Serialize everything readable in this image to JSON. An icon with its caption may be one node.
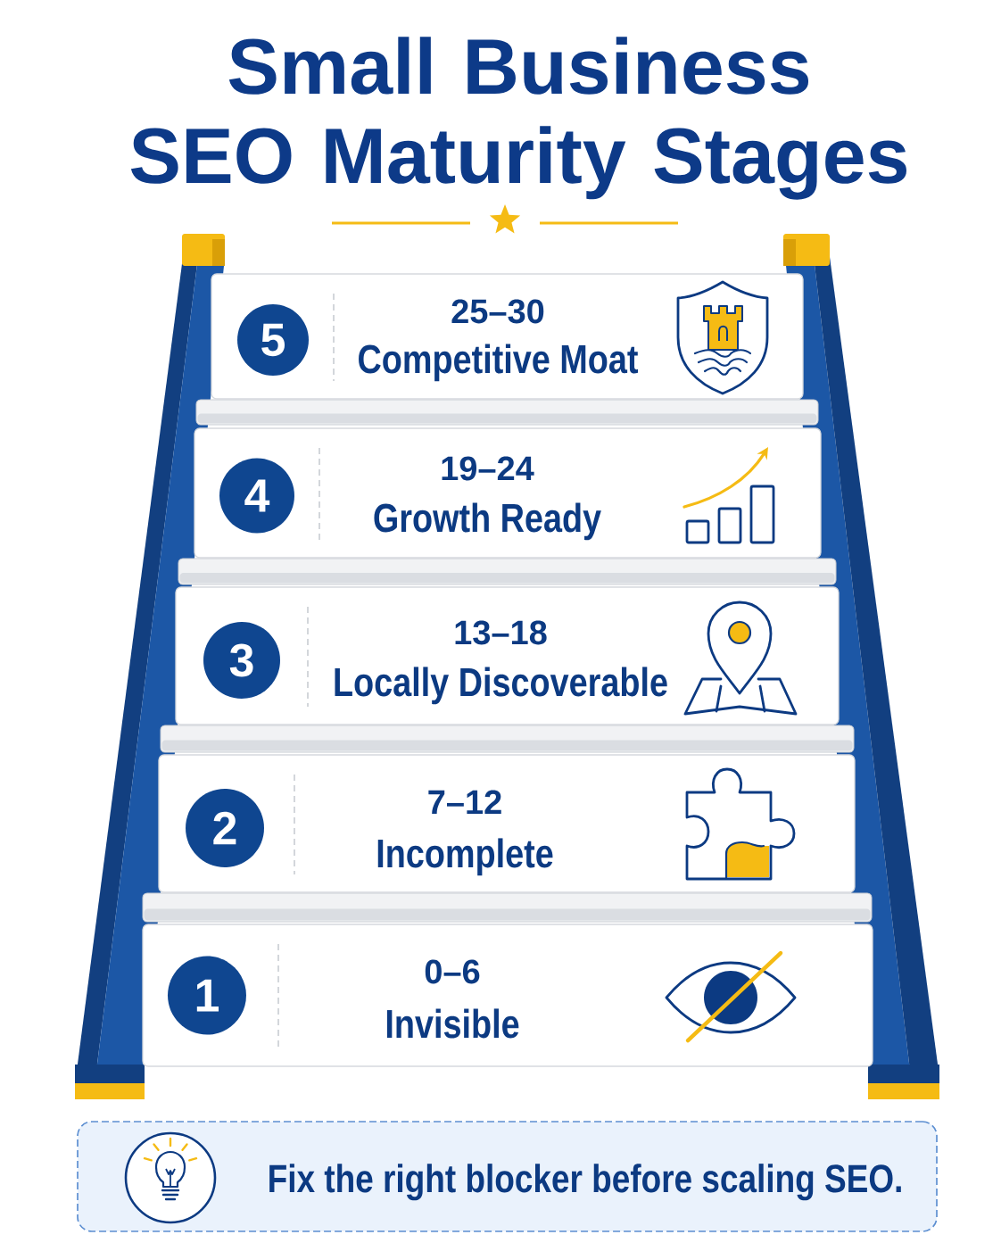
{
  "diagram": {
    "title": "Small Business SEO Maturity Stages",
    "nodes": [
      {
        "text": [
          "25–30",
          "Competitive Moat"
        ]
      },
      {
        "text": [
          "5"
        ],
        "in": 0
      },
      {
        "text": [
          "19–24",
          "Growth Ready"
        ]
      },
      {
        "text": [
          "4"
        ],
        "in": 2
      },
      {
        "text": [
          "13–18",
          "Locally Discoverable"
        ]
      },
      {
        "text": [
          "3"
        ],
        "in": 4
      },
      {
        "text": [
          "7–12",
          "Incomplete"
        ]
      },
      {
        "text": [
          "2"
        ],
        "in": 6
      },
      {
        "text": [
          "0–6",
          "Invisible"
        ]
      },
      {
        "text": [
          "1"
        ],
        "in": 8
      },
      {
        "text": [
          "Fix the right blocker before scaling SEO."
        ]
      }
    ]
  }
}
